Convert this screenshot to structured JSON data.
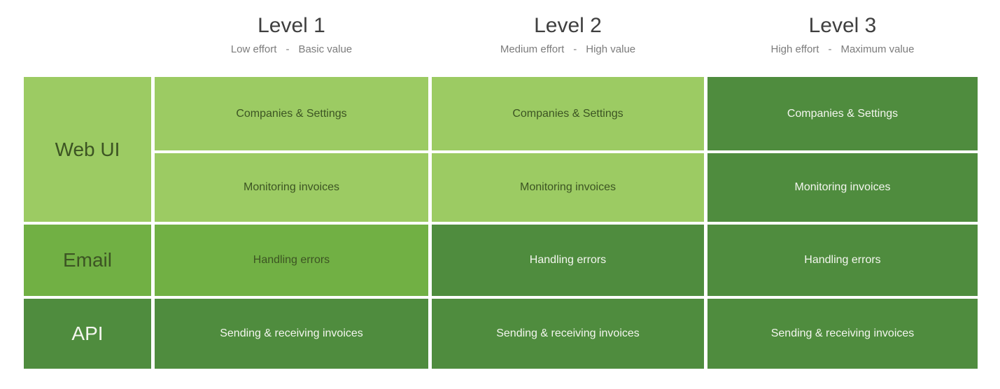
{
  "palette": {
    "background": "#ffffff",
    "light_green": "#9ccb63",
    "medium_green": "#71b044",
    "dark_green": "#4f8c3e",
    "header_title": "#3f3f3f",
    "header_subtitle": "#7c7c7c",
    "text_on_light": "#3c5423",
    "text_on_dark": "#f4f6ef"
  },
  "column_headers": [
    {
      "title": "Level 1",
      "effort": "Low effort",
      "separator": "-",
      "value": "Basic value"
    },
    {
      "title": "Level 2",
      "effort": "Medium effort",
      "separator": "-",
      "value": "High value"
    },
    {
      "title": "Level 3",
      "effort": "High effort",
      "separator": "-",
      "value": "Maximum value"
    }
  ],
  "row_headers": [
    {
      "label": "Web UI",
      "shade": "light"
    },
    {
      "label": "Email",
      "shade": "medium"
    },
    {
      "label": "API",
      "shade": "dark"
    }
  ],
  "matrix": {
    "rows": [
      {
        "name": "companies-settings",
        "cells": [
          {
            "label": "Companies & Settings",
            "shade": "light"
          },
          {
            "label": "Companies & Settings",
            "shade": "light"
          },
          {
            "label": "Companies & Settings",
            "shade": "dark"
          }
        ]
      },
      {
        "name": "monitoring-invoices",
        "cells": [
          {
            "label": "Monitoring invoices",
            "shade": "light"
          },
          {
            "label": "Monitoring invoices",
            "shade": "light"
          },
          {
            "label": "Monitoring invoices",
            "shade": "dark"
          }
        ]
      },
      {
        "name": "handling-errors",
        "cells": [
          {
            "label": "Handling errors",
            "shade": "medium"
          },
          {
            "label": "Handling errors",
            "shade": "dark"
          },
          {
            "label": "Handling errors",
            "shade": "dark"
          }
        ]
      },
      {
        "name": "sending-receiving-invoices",
        "cells": [
          {
            "label": "Sending & receiving invoices",
            "shade": "dark"
          },
          {
            "label": "Sending & receiving invoices",
            "shade": "dark"
          },
          {
            "label": "Sending & receiving invoices",
            "shade": "dark"
          }
        ]
      }
    ]
  }
}
